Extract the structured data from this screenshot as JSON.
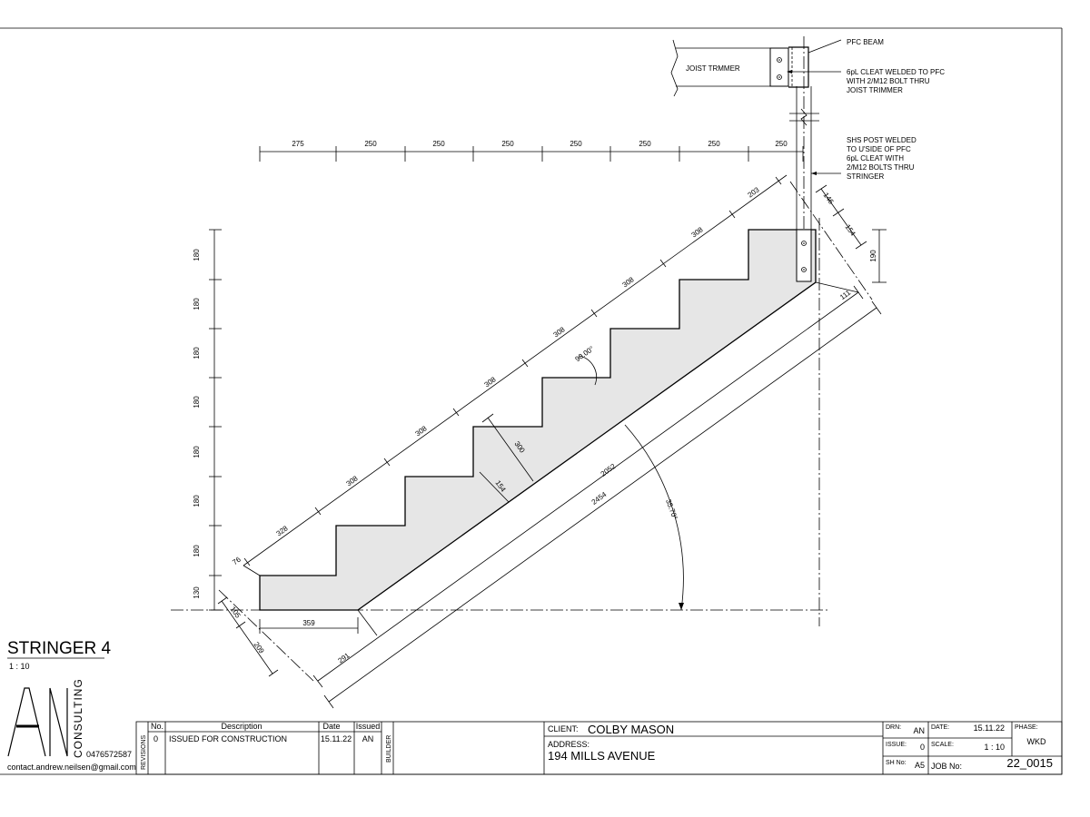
{
  "drawing": {
    "title": "STRINGER 4",
    "scale": "1 : 10",
    "notes": {
      "pfc_beam": "PFC BEAM",
      "joist_trimmer": "JOIST TRMMER",
      "cleat_1": "6pL CLEAT WELDED TO PFC",
      "cleat_2": "WITH 2/M12 BOLT THRU",
      "cleat_3": "JOIST TRIMMER",
      "shs_1": "SHS POST WELDED",
      "shs_2": "TO U'SIDE OF PFC",
      "shs_3": "6pL CLEAT WITH",
      "shs_4": "2/M12 BOLTS THRU",
      "shs_5": "STRINGER"
    },
    "dims": {
      "top": [
        "275",
        "250",
        "250",
        "250",
        "250",
        "250",
        "250",
        "250"
      ],
      "left": [
        "180",
        "180",
        "180",
        "180",
        "180",
        "180",
        "180",
        "130"
      ],
      "slope": [
        "76",
        "328",
        "308",
        "308",
        "308",
        "308",
        "308",
        "308",
        "203"
      ],
      "d146": "146",
      "d154_top": "154",
      "d190": "190",
      "d111": "111",
      "d2052": "2052",
      "d2454": "2454",
      "d291": "291",
      "d359": "359",
      "d105": "105",
      "d209": "209",
      "d300": "300",
      "d154_mid": "154",
      "angle_90": "90.00°",
      "angle_35": "35.70°"
    }
  },
  "company": {
    "logo_letters": "AN",
    "logo_word": "CONSULTING",
    "phone": "0476572587",
    "email": "contact.andrew.neilsen@gmail.com"
  },
  "title_block": {
    "revisions_label": "REVISIONS",
    "builder_label": "BUILDER",
    "headers": {
      "no": "No.",
      "description": "Description",
      "date": "Date",
      "issued": "Issued"
    },
    "revision": {
      "no": "0",
      "description": "ISSUED FOR CONSTRUCTION",
      "date": "15.11.22",
      "issued": "AN"
    },
    "client_label": "CLIENT:",
    "client": "COLBY MASON",
    "address_label": "ADDRESS:",
    "address": "194 MILLS AVENUE",
    "drn_label": "DRN:",
    "drn": "AN",
    "date_label": "DATE:",
    "date": "15.11.22",
    "phase_label": "PHASE:",
    "phase": "WKD",
    "issue_label": "ISSUE:",
    "issue": "0",
    "scale_label": "SCALE:",
    "scale": "1 : 10",
    "sheet_label": "SH No:",
    "sheet": "A5",
    "job_label": "JOB No:",
    "job": "22_0015"
  }
}
